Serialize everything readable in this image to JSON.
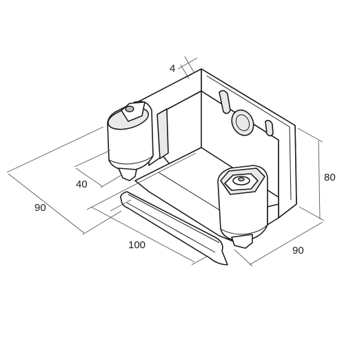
{
  "diagram": {
    "dimensions": {
      "thickness": "4",
      "roller_offset": "40",
      "depth_left": "90",
      "length": "100",
      "height": "80",
      "width_right": "90"
    }
  }
}
